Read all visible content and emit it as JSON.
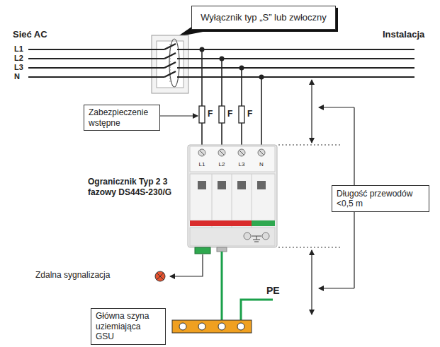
{
  "diagram": {
    "nodes": [
      {
        "text": [
          "Wyłącznik typ „S” lub zwłoczny"
        ]
      },
      {
        "text": [
          "Zabezpieczenie wstępne"
        ]
      },
      {
        "text": [
          "Długość przewodów <0,5 m"
        ]
      },
      {
        "text": [
          "Główna szyna uziemiająca GSU"
        ]
      }
    ],
    "labels": [
      "Sieć AC",
      "Instalacja",
      "L1",
      "L2",
      "L3",
      "N",
      "F",
      "F",
      "F",
      "Ogranicznik Typ 2 3 fazowy DS44S-230/G",
      "L1",
      "L2",
      "L3",
      "N",
      "Zdalna sygnalizacja",
      "PE"
    ]
  }
}
